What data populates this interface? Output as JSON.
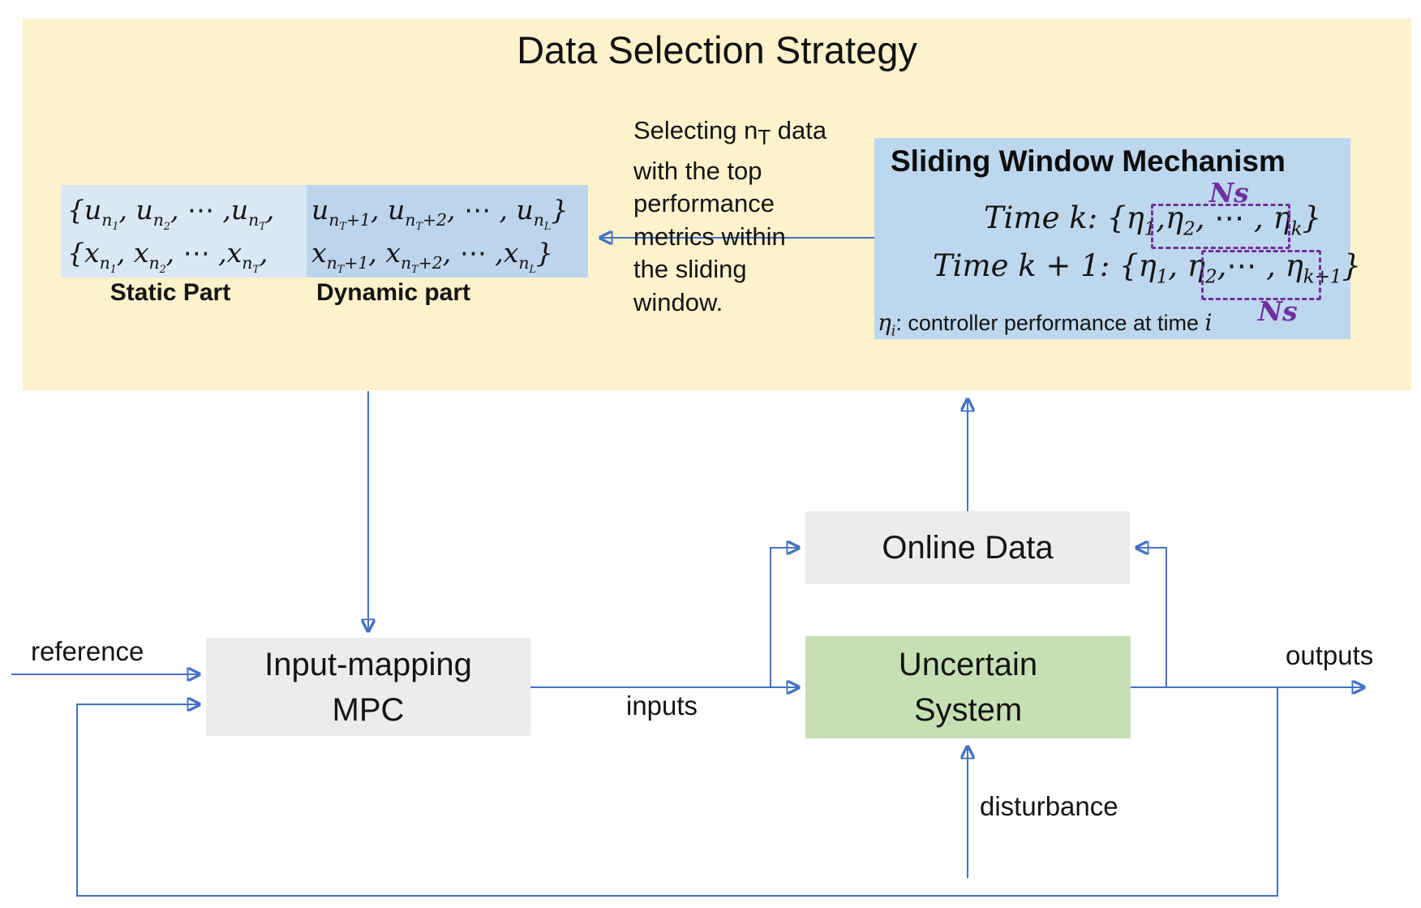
{
  "panel": {
    "title": "Data Selection Strategy",
    "selection_note_lines": [
      "Selecting n_(T) data",
      "with the top",
      "performance",
      "metrics within",
      "the sliding",
      "window."
    ],
    "data_set": {
      "static": {
        "label": "Static Part",
        "row_u": "{u_(n_(1)), u_(n_(2)), ⋯ ,u_(n_(T)),",
        "row_x": "{x_(n_(1)), x_(n_(2)), ⋯ ,x_(n_(T)),"
      },
      "dynamic": {
        "label": "Dynamic part",
        "row_u": "u_(n_(T)+1), u_(n_(T)+2), ⋯ , u_(n_(L))}",
        "row_x": "x_(n_(T)+1), x_(n_(T)+2), ⋯ ,x_(n_(L))}"
      }
    },
    "sliding_window": {
      "title": "Sliding Window Mechanism",
      "ns_top": "Ns",
      "ns_bottom": "Ns",
      "row_k": "Time k:  {η_(1),η_(2), ⋯ , η_(k)}",
      "row_k1": "Time k + 1:  {η_(1), η_(2),⋯ , η_(k+1)}",
      "caption_eta": "η_(i)",
      "caption_text": ": controller performance at time ",
      "caption_i": "i"
    }
  },
  "blocks": {
    "mpc": {
      "line1": "Input-mapping",
      "line2": "MPC"
    },
    "online_data": {
      "label": "Online Data"
    },
    "uncertain_system": {
      "line1": "Uncertain",
      "line2": "System"
    }
  },
  "labels": {
    "reference": "reference",
    "inputs": "inputs",
    "outputs": "outputs",
    "disturbance": "disturbance"
  },
  "colors": {
    "panel_yellow": "#FDF2CC",
    "static_box_blue": "#DAE7F5",
    "dynamic_box_blue": "#BDD4ED",
    "sliding_box_blue": "#BDD7EE",
    "block_gray": "#ECECEC",
    "plant_green": "#C6E0B4",
    "arrow_blue": "#4472C4",
    "window_purple": "#7030A0"
  }
}
